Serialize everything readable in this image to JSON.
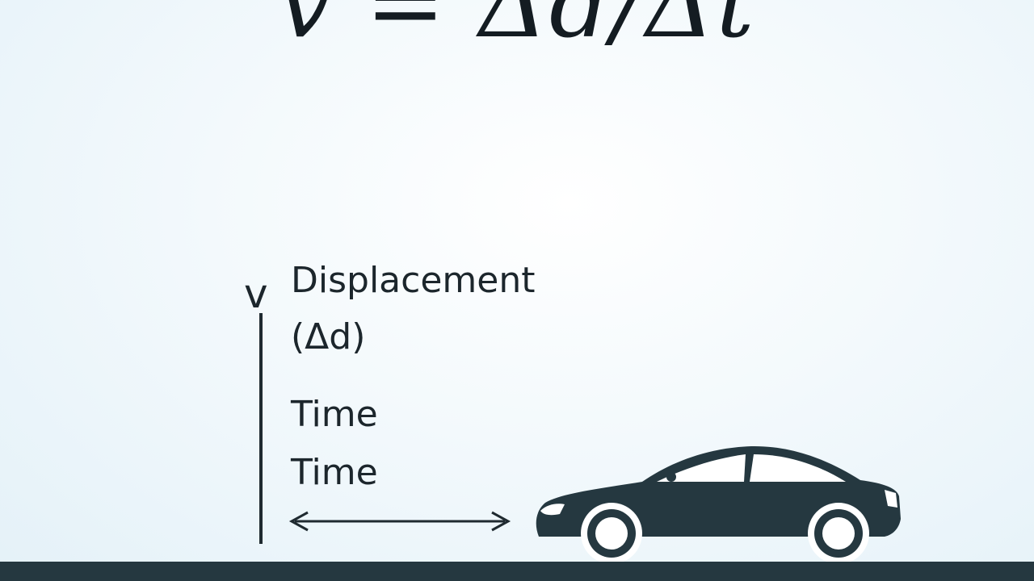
{
  "formula": "v = Δd/Δt",
  "axis_label": "v",
  "labels": {
    "displacement": "Displacement",
    "delta_d": "(Δd)",
    "time_1": "Time",
    "time_2": "Time"
  }
}
